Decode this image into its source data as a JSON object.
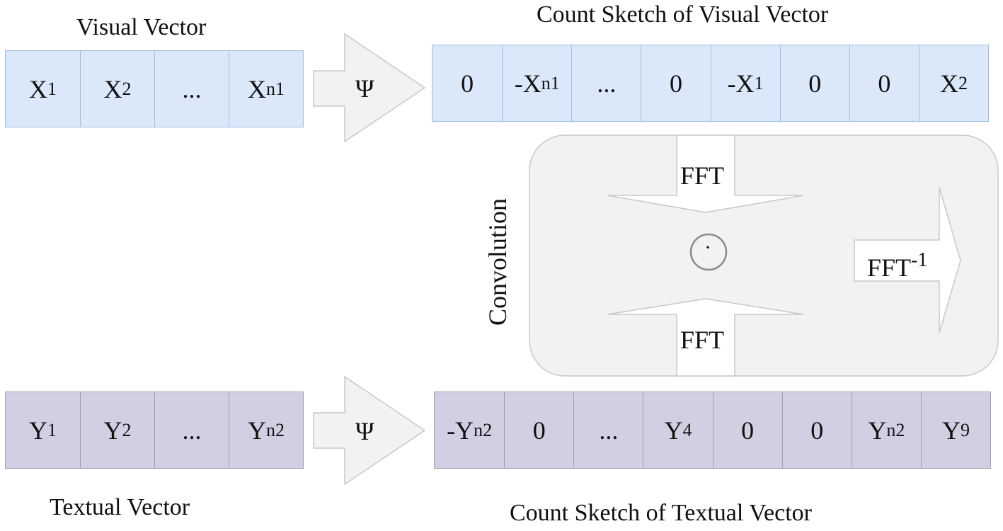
{
  "titles": {
    "visual": "Visual Vector",
    "textual": "Textual Vector",
    "visual_sketch": "Count Sketch of Visual Vector",
    "textual_sketch": "Count Sketch of Textual Vector"
  },
  "visual_vector": [
    {
      "base": "X",
      "sub": "1"
    },
    {
      "base": "X",
      "sub": "2"
    },
    {
      "base": "...",
      "sub": ""
    },
    {
      "base": "X",
      "sub": "n1"
    }
  ],
  "textual_vector": [
    {
      "base": "Y",
      "sub": "1"
    },
    {
      "base": "Y",
      "sub": "2"
    },
    {
      "base": "...",
      "sub": ""
    },
    {
      "base": "Y",
      "sub": "n2"
    }
  ],
  "visual_sketch": [
    {
      "base": "0",
      "sub": ""
    },
    {
      "base": "-X",
      "sub": "n1"
    },
    {
      "base": "...",
      "sub": ""
    },
    {
      "base": "0",
      "sub": ""
    },
    {
      "base": "-X",
      "sub": "1"
    },
    {
      "base": "0",
      "sub": ""
    },
    {
      "base": "0",
      "sub": ""
    },
    {
      "base": "X",
      "sub": "2"
    }
  ],
  "textual_sketch": [
    {
      "base": "-Y",
      "sub": "n2"
    },
    {
      "base": "0",
      "sub": ""
    },
    {
      "base": "...",
      "sub": ""
    },
    {
      "base": "Y",
      "sub": "4"
    },
    {
      "base": "0",
      "sub": ""
    },
    {
      "base": "0",
      "sub": ""
    },
    {
      "base": "Y",
      "sub": "n2"
    },
    {
      "base": "Y",
      "sub": "9"
    }
  ],
  "psi_label": "Ψ",
  "convolution": {
    "label": "Convolution",
    "fft_top": "FFT",
    "fft_bottom": "FFT",
    "product_symbol": "·",
    "ifft_base": "FFT",
    "ifft_sup": "-1"
  },
  "colors": {
    "visual_fill": "#dae8fa",
    "textual_fill": "#d2cfe2",
    "arrow_fill": "#f2f2f2",
    "panel_fill": "#f2f2f2"
  }
}
